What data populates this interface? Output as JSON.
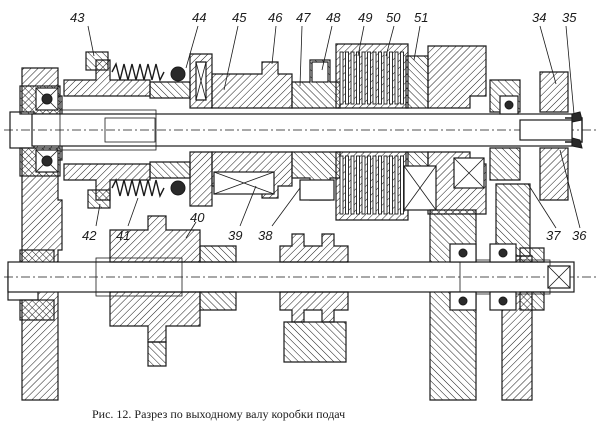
{
  "labels": {
    "top": [
      "43",
      "44",
      "45",
      "46",
      "47",
      "48",
      "49",
      "50",
      "51",
      "34",
      "35"
    ],
    "bottom_left": [
      "42",
      "41",
      "40",
      "39",
      "38"
    ],
    "right_side": [
      "37",
      "36"
    ]
  },
  "caption": "Рис. 12. Разрез по выходному валу коробки подач"
}
